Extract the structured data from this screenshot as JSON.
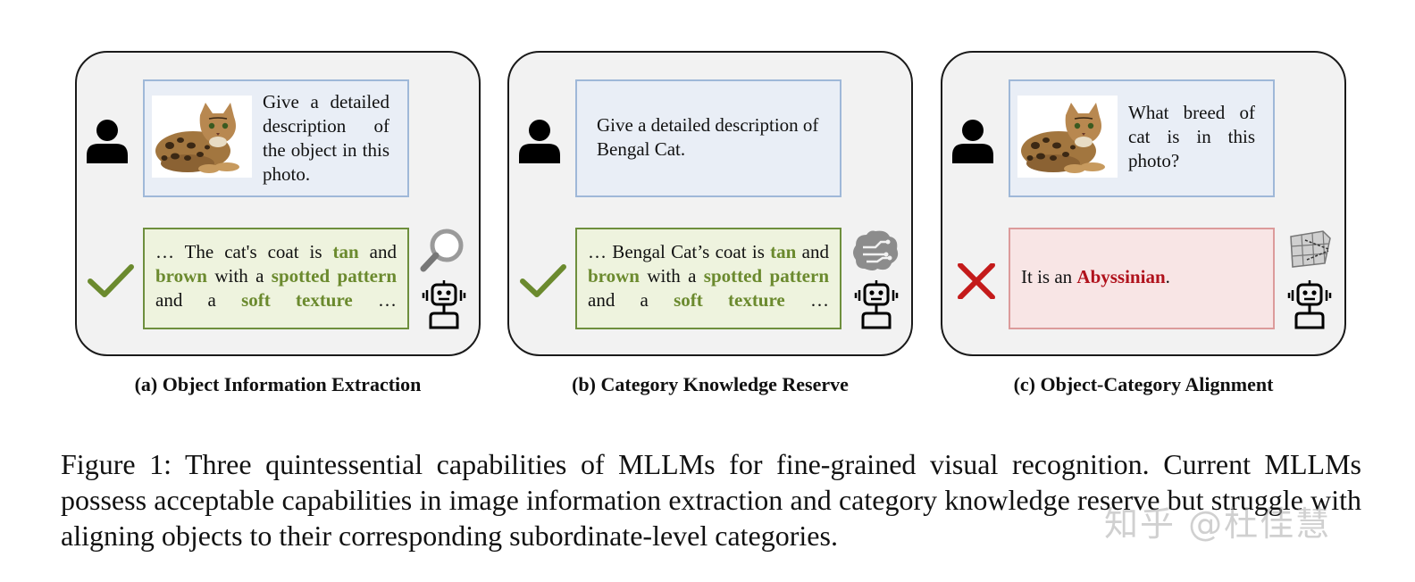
{
  "panels": [
    {
      "question_text": "Give a detailed description of the object in this photo.",
      "answer": {
        "p1": "… The cat's coat is ",
        "h1": "tan",
        "p2": " and ",
        "h2": "brown",
        "p3": " with a ",
        "h3": "spotted pattern",
        "p4": " and a ",
        "h4": "soft texture",
        "p5": " …"
      },
      "tool_icon": "magnifier-icon",
      "verdict_icon": "checkmark-icon",
      "caption": "(a) Object Information Extraction"
    },
    {
      "question_text": "Give a detailed description of Bengal Cat.",
      "answer": {
        "p1": "… Bengal Cat’s coat is ",
        "h1": "tan",
        "p2": " and ",
        "h2": "brown",
        "p3": " with a ",
        "h3": "spotted pattern",
        "p4": " and a ",
        "h4": "soft texture",
        "p5": " …"
      },
      "tool_icon": "brain-circuit-icon",
      "verdict_icon": "checkmark-icon",
      "caption": "(b) Category Knowledge Reserve"
    },
    {
      "question_text": "What breed of cat is in this photo?",
      "answer": {
        "p1": "It is an ",
        "h1": "Abyssinian",
        "p2": "."
      },
      "tool_icon": "alignment-grid-icon",
      "verdict_icon": "cross-icon",
      "caption": "(c) Object-Category Alignment"
    }
  ],
  "colors": {
    "correct": "#6b8a2e",
    "wrong": "#b0121c",
    "question_border": "#9fb8d8",
    "answer_border": "#6e8f3d"
  },
  "figure_caption": "Figure 1: Three quintessential capabilities of MLLMs for fine-grained visual recognition. Current MLLMs possess acceptable capabilities in image information extraction and category knowledge reserve but struggle with aligning objects to their corresponding subordinate-level categories.",
  "watermark": "知乎 @杜佳慧"
}
